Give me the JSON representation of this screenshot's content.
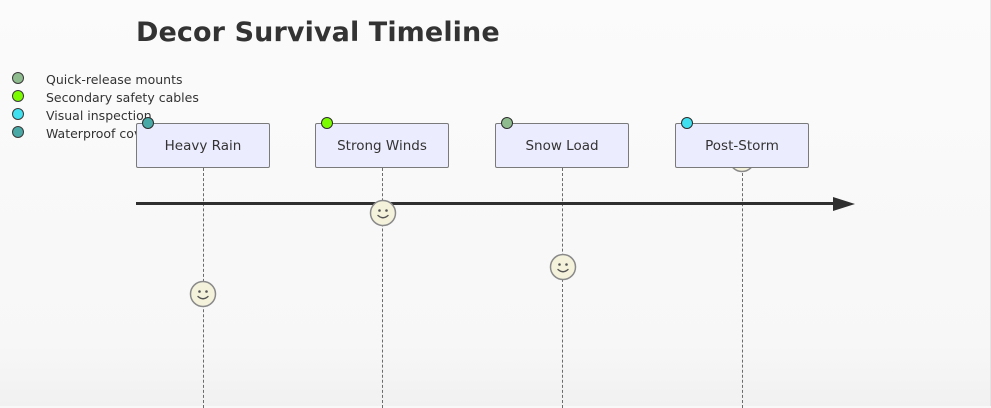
{
  "diagram": {
    "title": "Decor Survival Timeline",
    "legend": [
      {
        "label": "Quick-release mounts",
        "color": "#8fbc8f"
      },
      {
        "label": "Secondary safety cables",
        "color": "#7cfc00"
      },
      {
        "label": "Visual inspection",
        "color": "#40e0f0"
      },
      {
        "label": "Waterproof covers",
        "color": "#48a9a6"
      }
    ],
    "events": [
      {
        "label": "Heavy Rain",
        "marker_color": "#48a9a6"
      },
      {
        "label": "Strong Winds",
        "marker_color": "#7cfc00"
      },
      {
        "label": "Snow Load",
        "marker_color": "#8fbc8f"
      },
      {
        "label": "Post-Storm",
        "marker_color": "#40e0f0"
      }
    ],
    "actor_icon": "smiley-face-icon"
  }
}
